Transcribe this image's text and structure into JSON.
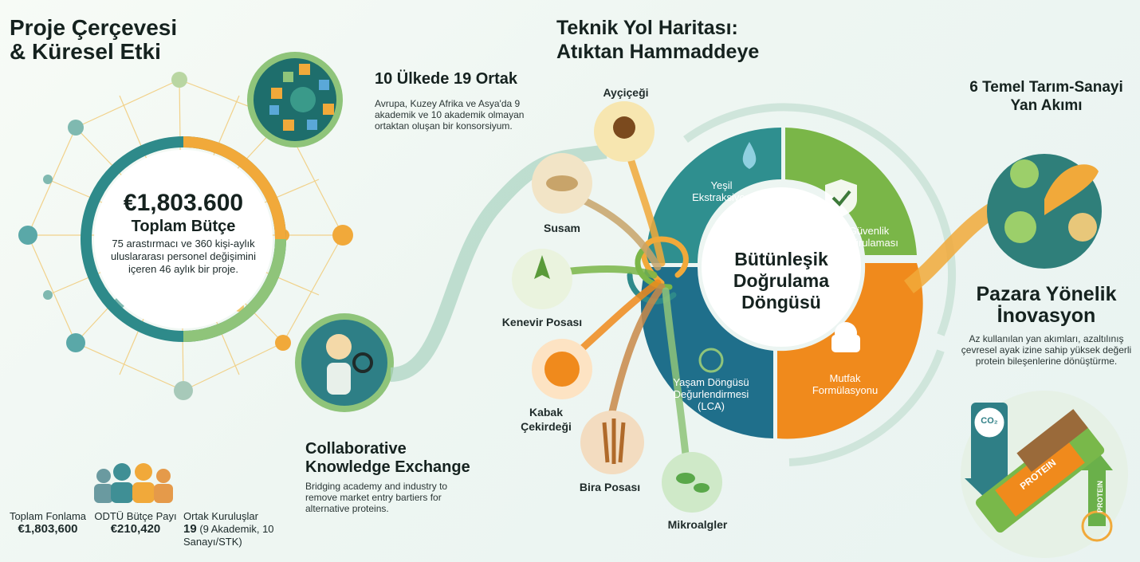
{
  "left": {
    "title_line1": "Proje Çerçevesi",
    "title_line2": "& Küresel Etki",
    "budget": {
      "amount": "€1,803.600",
      "label": "Toplam Bütçe",
      "description": "75 arastırmacı ve 360 kişi-aylık uluslararası personel değişimini içeren 46 aylık bir proje."
    },
    "partners": {
      "title": "10 Ülkede 19 Ortak",
      "description": "Avrupa, Kuzey Afrika ve Asya'da 9 akademik ve 10 akademik olmayan ortaktan oluşan bir konsorsiyum."
    },
    "collab": {
      "title_line1": "Collaborative",
      "title_line2": "Knowledge Exchange",
      "description": "Bridging academy and industry to remove market entry bartiers for alternative proteins."
    },
    "stats": [
      {
        "label": "Toplam Fonlama",
        "value": "€1,803,600",
        "extra": ""
      },
      {
        "label": "ODTÜ Bütçe Payı",
        "value": "€210,420",
        "extra": ""
      },
      {
        "label": "Ortak Kuruluşlar",
        "value": "19",
        "extra": "(9 Akademik, 10 Sanayı/STK)"
      }
    ]
  },
  "middle": {
    "title_line1": "Teknik Yol Haritası:",
    "title_line2": "Atıktan Hammaddeye",
    "sources": [
      "Ayçiçeği",
      "Susam",
      "Kenevir Posası",
      "Kabak Çekirdeği",
      "Bira Posası",
      "Mikroalgler"
    ],
    "cycle_title_line1": "Bütünleşik",
    "cycle_title_line2": "Doğrulama",
    "cycle_title_line3": "Döngüsü",
    "segments": [
      "Yeşil Ekstraksiyon",
      "Güvenlik Doğrulaması",
      "Mutfak Formülasyonu",
      "Yaşam Döngüsü Değurlendirmesi (LCA)"
    ]
  },
  "right": {
    "title_line1": "6 Temel Tarım-Sanayi",
    "title_line2": "Yan Akımı",
    "market_line1": "Pazara Yönelik",
    "market_line2": "İnovasyon",
    "market_desc": "Az kullanılan yan akımları, azaltılınış çevresel ayak izine sahip yüksek değerli protein bileşenlerine dönüştürme.",
    "bar_label": "PROTEIN",
    "co2_label": "CO₂",
    "arrow_label": "PROTEIN"
  },
  "colors": {
    "teal": "#2e8a8a",
    "green": "#7ab648",
    "orange": "#f08a1c",
    "dark_green": "#3d7a3a",
    "blue": "#1f6f8b"
  }
}
